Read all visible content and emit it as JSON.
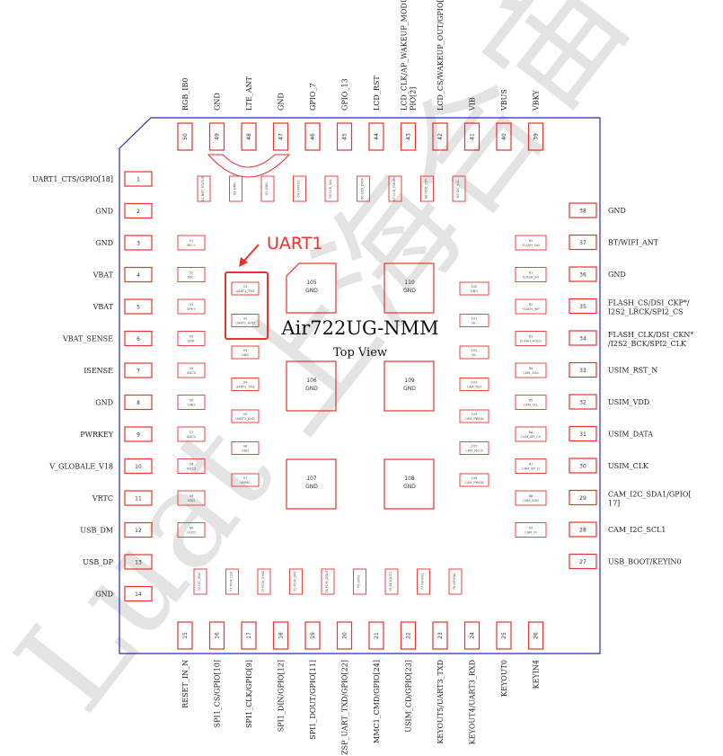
{
  "chip": {
    "title": "Air722UG-NMM",
    "subtitle": "Top View",
    "watermark": "Luat 上海合宙",
    "callout": "UART1",
    "colors": {
      "outline": "#2a2ab8",
      "pad": "#e8322c",
      "callout": "#e8322c"
    }
  },
  "left_pins": [
    {
      "num": "1",
      "label": "UART1_CTS/GPIO[18]"
    },
    {
      "num": "2",
      "label": "GND"
    },
    {
      "num": "3",
      "label": "GND"
    },
    {
      "num": "4",
      "label": "VBAT"
    },
    {
      "num": "5",
      "label": "VBAT"
    },
    {
      "num": "6",
      "label": "VBAT_SENSE"
    },
    {
      "num": "7",
      "label": "ISENSE"
    },
    {
      "num": "8",
      "label": "GND"
    },
    {
      "num": "9",
      "label": "PWRKEY"
    },
    {
      "num": "10",
      "label": "V_GLOBALE_V18"
    },
    {
      "num": "11",
      "label": "VRTC"
    },
    {
      "num": "12",
      "label": "USB_DM"
    },
    {
      "num": "13",
      "label": "USB_DP"
    },
    {
      "num": "14",
      "label": "GND"
    }
  ],
  "bottom_pins": [
    {
      "num": "15",
      "label": "RESET_IN_N"
    },
    {
      "num": "16",
      "label": "SPI1_CS/GPIO[10]"
    },
    {
      "num": "17",
      "label": "SPI1_CLK/GPIO[9]"
    },
    {
      "num": "18",
      "label": "SPI1_DIN/GPIO[12]"
    },
    {
      "num": "19",
      "label": "SPI1_DOUT/GPIO[11]"
    },
    {
      "num": "20",
      "label": "ZSP_UART_TXD/GPIO[22]"
    },
    {
      "num": "21",
      "label": "MMC1_CMD/GPIO[24]"
    },
    {
      "num": "22",
      "label": "USIM_CD/GPIO[23]"
    },
    {
      "num": "23",
      "label": "KEYOUT5/UART3_TXD"
    },
    {
      "num": "24",
      "label": "KEYOUT4/UART3_RXD"
    },
    {
      "num": "25",
      "label": "KEYOUT0"
    },
    {
      "num": "26",
      "label": "KEYIN4"
    }
  ],
  "right_pins": [
    {
      "num": "38",
      "label": "GND"
    },
    {
      "num": "37",
      "label": "BT/WIFI_ANT"
    },
    {
      "num": "36",
      "label": "GND"
    },
    {
      "num": "35",
      "label": "FLASH_CS/DSI_CKP*/I2S2_LRCK/SPI2_CS"
    },
    {
      "num": "34",
      "label": "FLASH_CLK/DSI_CKN*/I2S2_BCK/SPI2_CLK"
    },
    {
      "num": "33",
      "label": "USIM_RST_N"
    },
    {
      "num": "32",
      "label": "USIM_VDD"
    },
    {
      "num": "31",
      "label": "USIM_DATA"
    },
    {
      "num": "30",
      "label": "USIM_CLK"
    },
    {
      "num": "29",
      "label": "CAM_I2C_SDA1/GPIO[17]"
    },
    {
      "num": "28",
      "label": "CAM_I2C_SCL1"
    },
    {
      "num": "27",
      "label": "USB_BOOT/KEYIN0"
    }
  ],
  "top_pins": [
    {
      "num": "50",
      "label": "RGB_IB0"
    },
    {
      "num": "49",
      "label": "GND"
    },
    {
      "num": "48",
      "label": "LTE_ANT"
    },
    {
      "num": "47",
      "label": "GND"
    },
    {
      "num": "46",
      "label": "GPIO_7"
    },
    {
      "num": "45",
      "label": "GPIO_13"
    },
    {
      "num": "44",
      "label": "LCD_RST"
    },
    {
      "num": "43",
      "label": "LCD_CLK/AP_WAKEUP_MODULE/GPIO[2]"
    },
    {
      "num": "42",
      "label": "LCD_CS/WAKEUP_OUT/GPIO[3]"
    },
    {
      "num": "41",
      "label": "VIB"
    },
    {
      "num": "40",
      "label": "VBUS"
    },
    {
      "num": "39",
      "label": "VBKY"
    }
  ],
  "center_pads": [
    {
      "num": "105",
      "label": "GND"
    },
    {
      "num": "110",
      "label": "GND"
    },
    {
      "num": "106",
      "label": "GND"
    },
    {
      "num": "109",
      "label": "GND"
    },
    {
      "num": "107",
      "label": "GND"
    },
    {
      "num": "108",
      "label": "GND"
    }
  ],
  "inner_left_pads": [
    {
      "num": "51",
      "label": "MIC+"
    },
    {
      "num": "52",
      "label": "MIC-"
    },
    {
      "num": "53",
      "label": "SPK+"
    },
    {
      "num": "54",
      "label": "SPK-"
    },
    {
      "num": "55",
      "label": "ADC0"
    },
    {
      "num": "56",
      "label": "GND"
    },
    {
      "num": "57",
      "label": "ADC2"
    },
    {
      "num": "58",
      "label": "ADC3"
    },
    {
      "num": "59",
      "label": "VDD"
    },
    {
      "num": "60",
      "label": "VLCD"
    }
  ],
  "inner_mid_pads": [
    {
      "num": "91",
      "label": "UART1_TXD"
    },
    {
      "num": "92",
      "label": "UART1_RXD"
    },
    {
      "num": "93",
      "label": "GND"
    },
    {
      "num": "94",
      "label": "UART2_TXD"
    },
    {
      "num": "95",
      "label": "UART2_RXD"
    },
    {
      "num": "96",
      "label": "GND"
    },
    {
      "num": "97",
      "label": "VMMC"
    }
  ],
  "inner_mid_right_pads": [
    {
      "num": "100",
      "label": "DBG"
    },
    {
      "num": "101",
      "label": "NC"
    },
    {
      "num": "102",
      "label": "NC"
    },
    {
      "num": "103",
      "label": "CAM_RST"
    },
    {
      "num": "104",
      "label": "CAM_PWDN"
    },
    {
      "num": "105",
      "label": "CAM_MCLK"
    },
    {
      "num": "106",
      "label": "CAM_PWDN"
    }
  ],
  "inner_right_pads": [
    {
      "num": "80",
      "label": "FLASH_SIO"
    },
    {
      "num": "81",
      "label": "FLASH_SO"
    },
    {
      "num": "82",
      "label": "FLASH_WP"
    },
    {
      "num": "83",
      "label": "FLASH_HOLD"
    },
    {
      "num": "84",
      "label": "CAM_SDA"
    },
    {
      "num": "85",
      "label": "CAM_SCL"
    },
    {
      "num": "86",
      "label": "CAM_SPI_CS"
    },
    {
      "num": "87",
      "label": "CAM_SPI_D"
    },
    {
      "num": "88",
      "label": "CAM_VDD"
    },
    {
      "num": "89",
      "label": "CAM_IO"
    }
  ],
  "inner_top_pads": [
    {
      "num": "61",
      "label": "NET_STATUS"
    },
    {
      "num": "62",
      "label": "GND"
    },
    {
      "num": "63",
      "label": "GND"
    },
    {
      "num": "64",
      "label": "STATUS"
    },
    {
      "num": "65",
      "label": "LCD_SEL"
    },
    {
      "num": "66",
      "label": "LCD_DATA"
    },
    {
      "num": "67",
      "label": "LCD_FMARK"
    },
    {
      "num": "68",
      "label": "VDD_EXT"
    },
    {
      "num": "69",
      "label": "I2C_SCL"
    }
  ],
  "inner_bottom_pads": [
    {
      "num": "70",
      "label": "I2C_SDA"
    },
    {
      "num": "71",
      "label": "PCM_CLK"
    },
    {
      "num": "72",
      "label": "PCM_SYNC"
    },
    {
      "num": "73",
      "label": "PCM_DIN"
    },
    {
      "num": "74",
      "label": "PCM_DOUT"
    },
    {
      "num": "75",
      "label": "GPIO"
    },
    {
      "num": "76",
      "label": "KEYOUT1"
    },
    {
      "num": "77",
      "label": "KEYIN1"
    },
    {
      "num": "78",
      "label": "KEYIN2"
    }
  ]
}
